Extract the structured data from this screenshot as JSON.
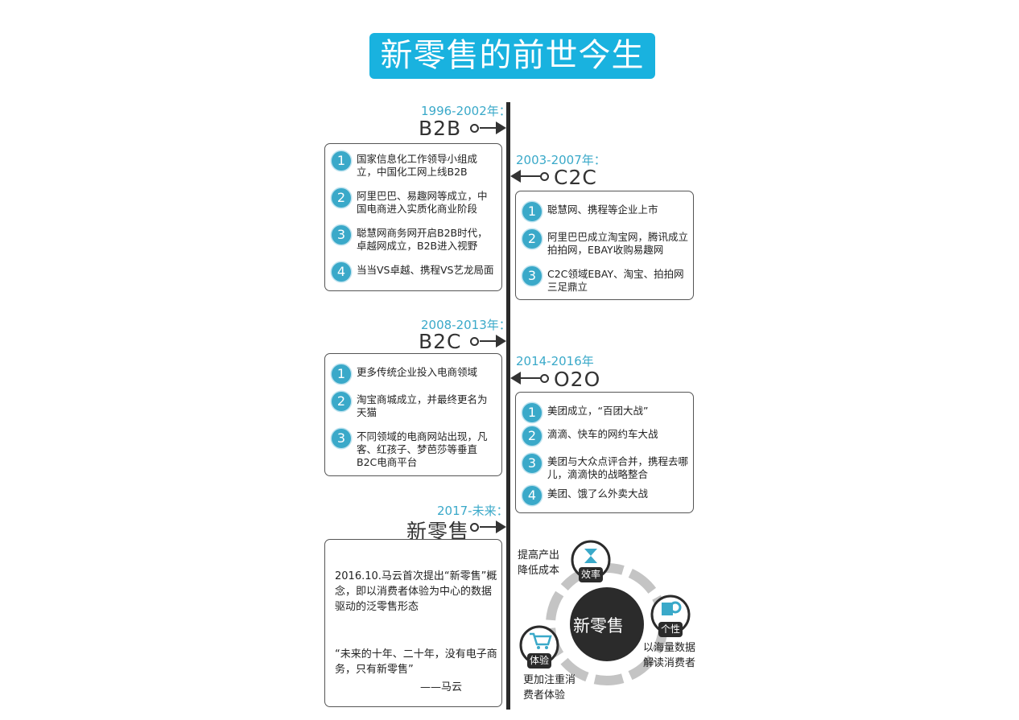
{
  "title": "新零售的前世今生",
  "eras": [
    {
      "years": "1996-2002年：",
      "name": "B2B",
      "items": [
        "国家信息化工作领导小组成立，中国化工网上线B2B",
        "阿里巴巴、易趣网等成立，中国电商进入实质化商业阶段",
        "聪慧网商务网开启B2B时代，卓越网成立，B2B进入视野",
        "当当VS卓越、携程VS艺龙局面"
      ]
    },
    {
      "years": "2003-2007年：",
      "name": "C2C",
      "items": [
        "聪慧网、携程等企业上市",
        "阿里巴巴成立淘宝网，腾讯成立拍拍网，EBAY收购易趣网",
        "C2C领域EBAY、淘宝、拍拍网三足鼎立"
      ]
    },
    {
      "years": "2008-2013年：",
      "name": "B2C",
      "items": [
        "更多传统企业投入电商领域",
        "淘宝商城成立，并最终更名为天猫",
        "不同领域的电商网站出现，凡客、红孩子、梦芭莎等垂直B2C电商平台"
      ]
    },
    {
      "years": "2014-2016年",
      "name": "O2O",
      "items": [
        "美团成立，“百团大战”",
        "滴滴、快车的网约车大战",
        "美团与大众点评合并，携程去哪儿，滴滴快的战略整合",
        "美团、饿了么外卖大战"
      ]
    },
    {
      "years": "2017-未来：",
      "name": "新零售",
      "items": []
    }
  ],
  "new_retail": {
    "intro": "2016.10.马云首次提出“新零售”概念，即以消费者体验为中心的数据驱动的泛零售形态",
    "quote": "“未来的十年、二十年，没有电子商务，只有新零售”",
    "author": "——马云"
  },
  "diagram": {
    "center": "新零售",
    "efficiency": {
      "label": "效率",
      "caption": "提高产出降低成本"
    },
    "personality": {
      "label": "个性",
      "caption": "以海量数据解读消费者"
    },
    "experience": {
      "label": "体验",
      "caption": "更加注重消费者体验"
    }
  },
  "colors": {
    "accent": "#19b2df",
    "number_circle": "#3aa9c9",
    "line": "#2a2a2a"
  }
}
